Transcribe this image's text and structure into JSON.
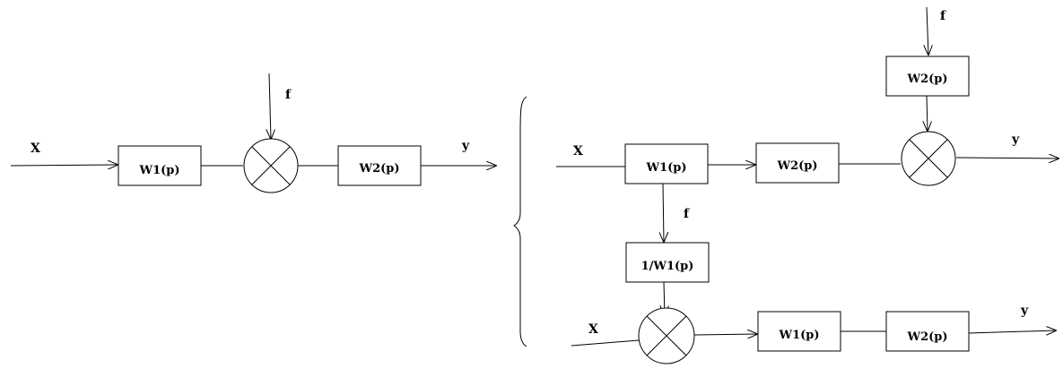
{
  "left_diagram": {
    "input_label": "X",
    "disturbance_label": "f",
    "output_label": "y",
    "block1": "W1(p)",
    "block2": "W2(p)"
  },
  "right_top": {
    "input_label": "X",
    "disturbance_label": "f",
    "output_label": "y",
    "block1": "W1(p)",
    "block2": "W2(p)",
    "block_f": "W2(p)"
  },
  "right_bottom": {
    "input_label": "X",
    "disturbance_label": "f",
    "output_label": "y",
    "block_inv": "1/W1(p)",
    "block1": "W1(p)",
    "block2": "W2(p)"
  }
}
